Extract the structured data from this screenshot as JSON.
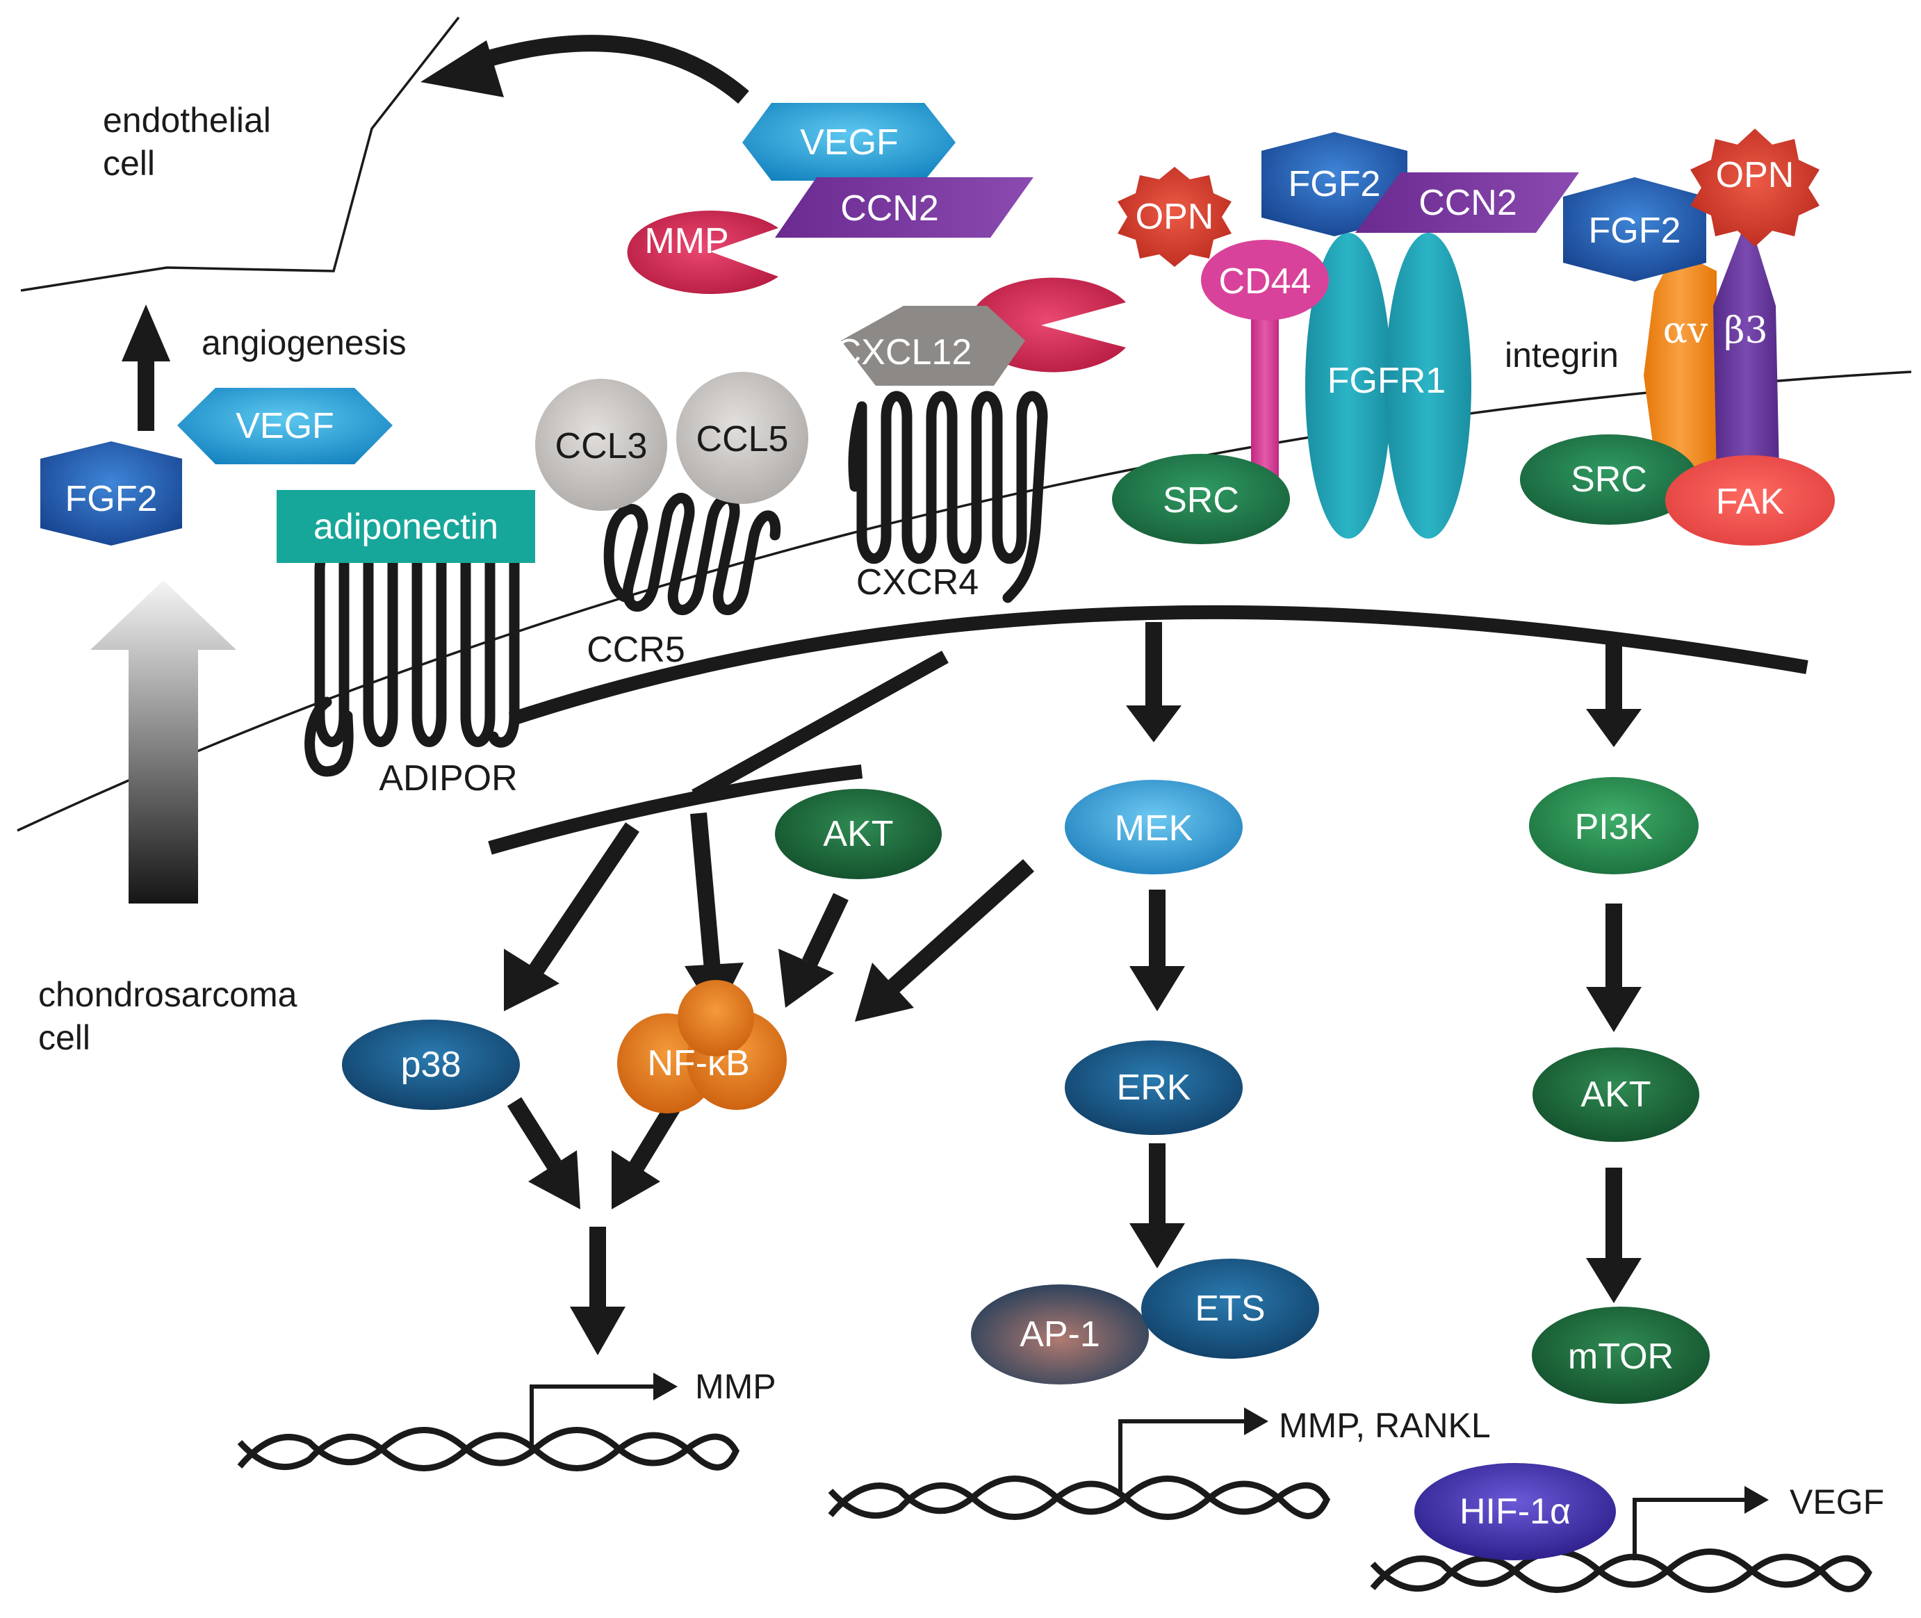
{
  "labels": {
    "endothelial_cell": [
      "endothelial",
      "cell"
    ],
    "chondrosarcoma_cell": [
      "chondrosarcoma",
      "cell"
    ],
    "angiogenesis": "angiogenesis",
    "integrin": "integrin",
    "adipor": "ADIPOR",
    "ccr5": "CCR5",
    "cxcr4": "CXCR4"
  },
  "extracellular": {
    "vegf_top": "VEGF",
    "ccn2_top": "CCN2",
    "mmp_top": "MMP",
    "opn_left": "OPN",
    "fgf2_center": "FGF2",
    "ccn2_right": "CCN2",
    "cd44": "CD44",
    "mmp_mid": "MMP",
    "fgfr1": "FGFR1",
    "fgf2_right": "FGF2",
    "opn_right": "OPN",
    "alpha_v": "αv",
    "beta3": "β3",
    "fgf2_left": "FGF2",
    "vegf_left": "VEGF",
    "adiponectin": "adiponectin",
    "ccl3": "CCL3",
    "ccl5": "CCL5",
    "cxcl12": "CXCL12"
  },
  "intracellular": {
    "src_left": "SRC",
    "src_right": "SRC",
    "fak": "FAK",
    "akt_left": "AKT",
    "mek": "MEK",
    "pi3k": "PI3K",
    "p38": "p38",
    "nfkb": "NF-κB",
    "erk": "ERK",
    "akt_right": "AKT",
    "ap1": "AP-1",
    "ets": "ETS",
    "mtor": "mTOR",
    "hif1a": "HIF-1α"
  },
  "gene_targets": {
    "left": "MMP",
    "middle": "MMP, RANKL",
    "right": "VEGF"
  },
  "colors": {
    "vegf": "#1e9fd4",
    "ccn2": "#7b3aa0",
    "mmp": "#d42a52",
    "opn": "#d43a2a",
    "fgf2": "#1f5fb0",
    "cd44": "#d8429a",
    "fgfr1": "#1ba1b4",
    "alpha_v": "#f28a1a",
    "beta3": "#6a3aa0",
    "src": "#1e7a4a",
    "fak": "#ee4a4a",
    "adiponectin": "#17a69a",
    "ccl": "#c7c3c1",
    "cxcl12": "#8d8987",
    "akt": "#1a6a3a",
    "mek": "#2fa0dc",
    "pi3k": "#1f8a4a",
    "p38": "#175a8a",
    "nfkb": "#ea7a1a",
    "erk": "#175a8a",
    "ap1": "#2d4c6c",
    "ets": "#175a8a",
    "mtor": "#1a6a3a",
    "hif1a": "#3a2aa0"
  }
}
